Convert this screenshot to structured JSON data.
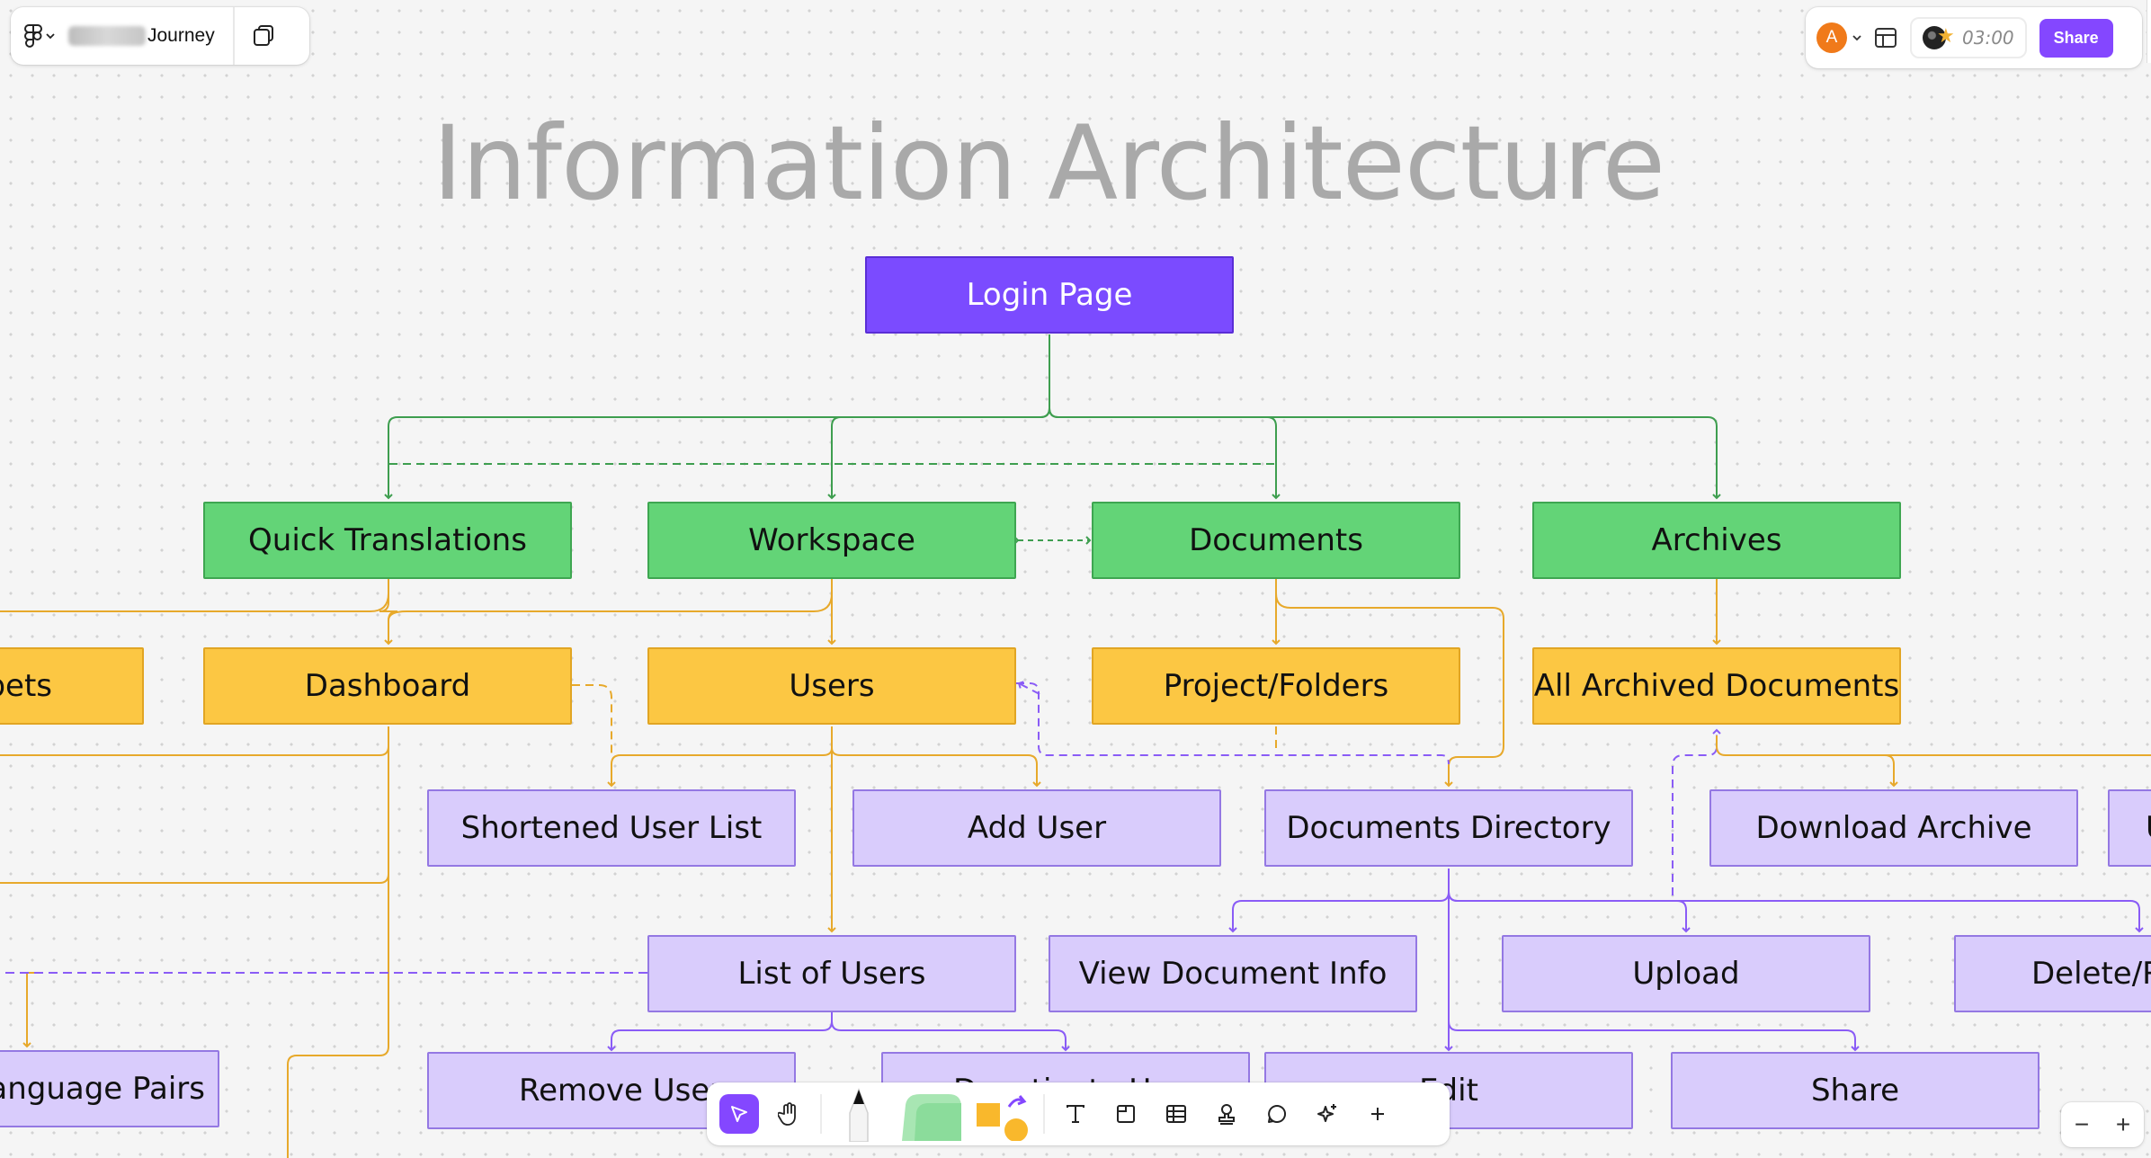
{
  "file": {
    "name": "Journey"
  },
  "timer": "03:00",
  "share_label": "Share",
  "avatar_initial": "A",
  "zoom": {
    "minus": "−",
    "plus": "+"
  },
  "diagram": {
    "title": "Information Architecture",
    "colors": {
      "primary": "#7b4bff",
      "section": "#63d477",
      "feature": "#fcc743",
      "subfeature": "#d9ccfc",
      "edge_green": "#3e9e4f",
      "edge_yellow": "#e7a92b",
      "edge_purple": "#8a5cf6"
    },
    "nodes": {
      "login": "Login Page",
      "quick_translations": "Quick Translations",
      "workspace": "Workspace",
      "documents": "Documents",
      "archives": "Archives",
      "snippets": "ppets",
      "dashboard": "Dashboard",
      "users": "Users",
      "project_folders": "Project/Folders",
      "all_archived": "All Archived Documents",
      "shortened_user_list": "Shortened User List",
      "add_user": "Add User",
      "documents_directory": "Documents Directory",
      "download_archive": "Download Archive",
      "right_partial": "U",
      "list_of_users": "List of Users",
      "view_document_info": "View Document Info",
      "upload": "Upload",
      "delete": "Delete/R",
      "language_pairs": "Language Pairs",
      "remove_user": "Remove User",
      "deactivate_user": "Deactivate U",
      "edit": "Edit",
      "share": "Share"
    }
  }
}
